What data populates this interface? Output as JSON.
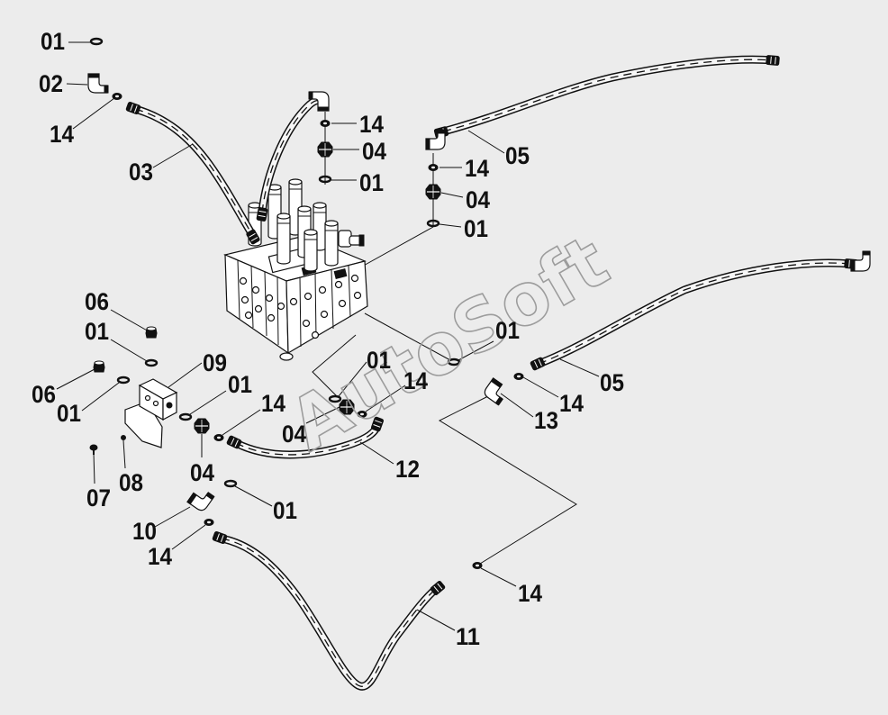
{
  "diagram": {
    "watermark": "AutoSoft",
    "callouts": [
      "01",
      "02",
      "14",
      "03",
      "14",
      "04",
      "01",
      "05",
      "14",
      "04",
      "01",
      "06",
      "01",
      "09",
      "06",
      "01",
      "01",
      "14",
      "01",
      "14",
      "04",
      "12",
      "04",
      "08",
      "07",
      "01",
      "10",
      "14",
      "11",
      "14",
      "05",
      "13",
      "14",
      "01"
    ]
  },
  "colors": {
    "background": "#ececec",
    "line": "#111111",
    "watermark": "#9c9c9c"
  }
}
